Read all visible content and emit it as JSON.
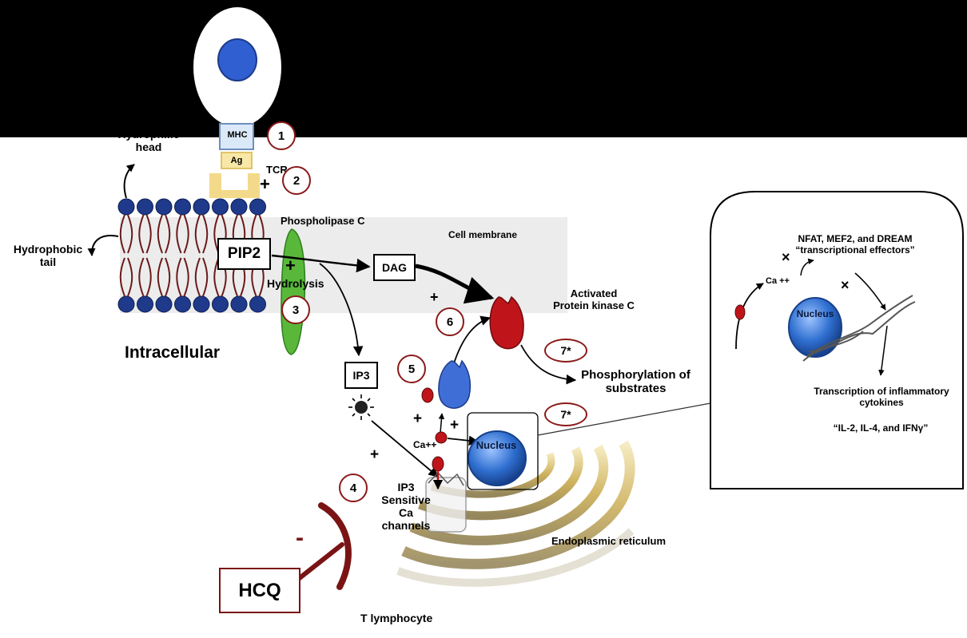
{
  "labels": {
    "mhc": "MHC",
    "ag": "Ag",
    "tcr": "TCR",
    "hydrophilic_head": "Hydrophilic\nhead",
    "hydrophobic_tail": "Hydrophobic\ntail",
    "phospholipase_c": "Phospholipase C",
    "cell_membrane": "Cell membrane",
    "pip2": "PIP2",
    "hydrolysis": "Hydrolysis",
    "dag": "DAG",
    "activated_pkc": "Activated\nProtein kinase C",
    "intracellular": "Intracellular",
    "ip3": "IP3",
    "phosphorylation": "Phosphorylation of\nsubstrates",
    "ca_main": "Ca++",
    "nucleus_main": "Nucleus",
    "ip3_channels": "IP3\nSensitive\nCa channels",
    "endoplasmic_reticulum": "Endoplasmic reticulum",
    "hcq": "HCQ",
    "t_lymphocyte": "T lymphocyte",
    "inset_effectors": "NFAT, MEF2, and DREAM\n“transcriptional effectors”",
    "inset_ca": "Ca ++",
    "inset_nucleus": "Nucleus",
    "inset_transcription": "Transcription of inflammatory\ncytokines",
    "inset_cytokines": "“IL-2, IL-4, and IFNγ”"
  },
  "steps": {
    "s1": "1",
    "s2": "2",
    "s3": "3",
    "s4": "4",
    "s5": "5",
    "s6": "6",
    "s7a": "7*",
    "s7b": "7*"
  },
  "signs": {
    "plus": "+",
    "minus": "-",
    "times": "×"
  },
  "colors": {
    "membrane_head": "#1f3a8a",
    "membrane_tail": "#6b1a1a",
    "phospholipase": "#4caf2f",
    "pkc_red": "#c0141b",
    "pkc_blue": "#3f6fd6",
    "nucleus_blue": "#2f6fd0",
    "er_gold": "#c9a94a",
    "hcq_red": "#7a1414",
    "tcr_yellow": "#f3d98a"
  }
}
